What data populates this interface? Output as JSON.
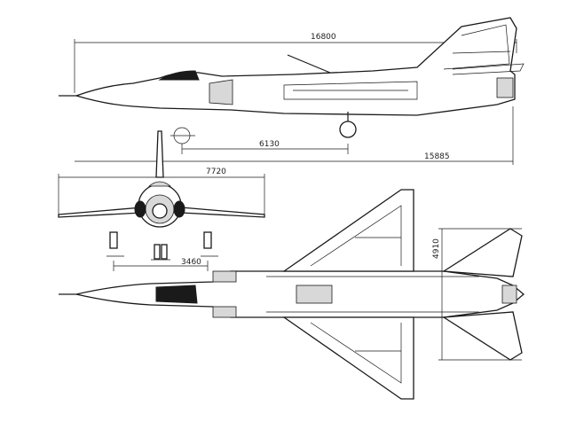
{
  "dimensions": {
    "side_length": "16800",
    "side_wheelbase": "6130",
    "side_overall": "15885",
    "front_span": "7720",
    "front_track": "3460",
    "top_tail_span": "4910"
  }
}
